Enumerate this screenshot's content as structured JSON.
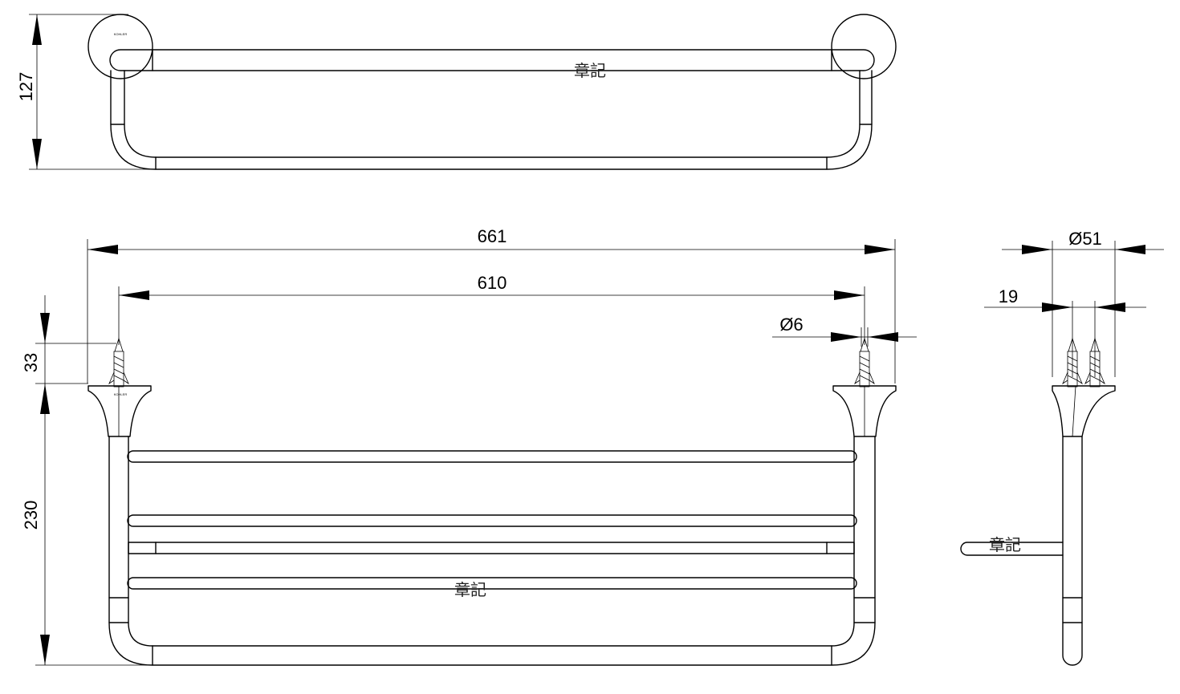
{
  "dimensions": {
    "top_height": "127",
    "overall_width": "661",
    "mount_spacing": "610",
    "screw_diameter": "Ø6",
    "anchor_height": "33",
    "front_height": "230",
    "flange_diameter": "Ø51",
    "projection": "19"
  },
  "marks": {
    "top": "章記",
    "front": "章記",
    "side": "章記"
  },
  "logo": "KOHLER"
}
